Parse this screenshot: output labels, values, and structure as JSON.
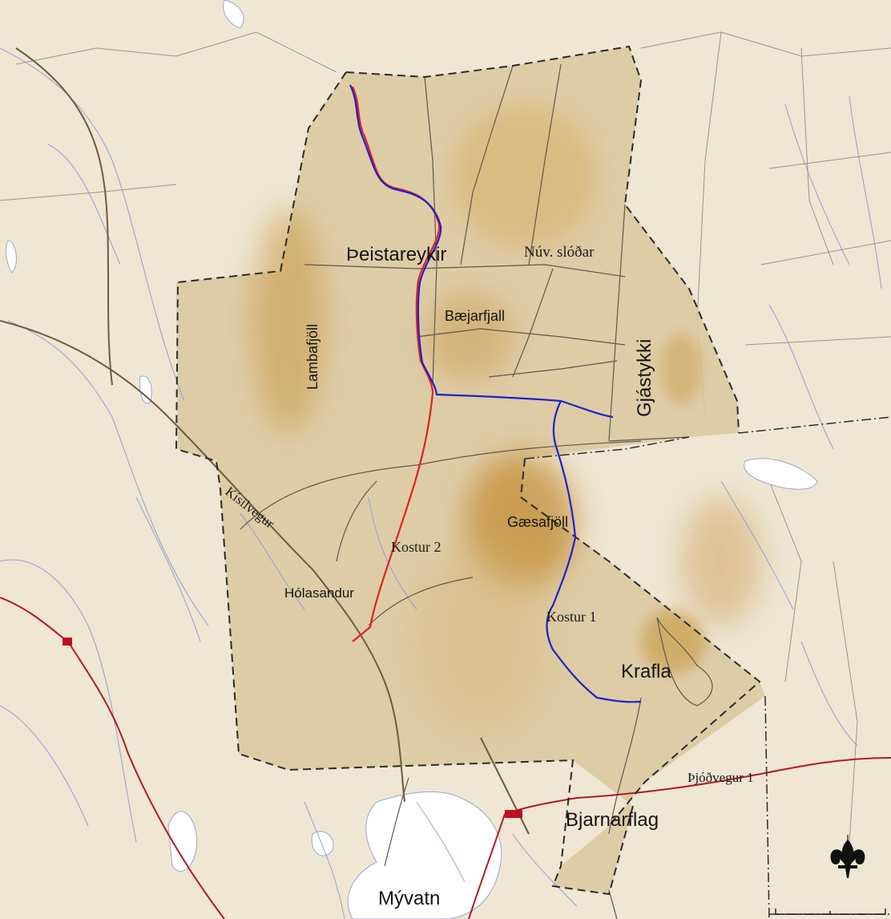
{
  "map": {
    "labels": {
      "theistareykir": "Þeistareykir",
      "nuv_slodar": "Núv. slóðar",
      "baejarfjall": "Bæjarfjall",
      "lambafjoll": "Lambafjöll",
      "gjastykki": "Gjástykki",
      "kisilvegur": "Kísilvegur",
      "gaesafjoll": "Gæsafjöll",
      "kostur2": "Kostur 2",
      "holasandur": "Hólasandur",
      "kostur1": "Kostur 1",
      "krafla": "Krafla",
      "thjodvegur1": "Þjóðvegur 1",
      "bjarnarflag": "Bjarnarflag",
      "myvatn": "Mývatn"
    },
    "icons": [
      "fleur-de-lis-north-arrow-icon"
    ],
    "colors": {
      "background": "#efe6d4",
      "study_area": "#dcc8a0",
      "relief": "#c89a45",
      "water": "#ffffff",
      "streams": "#8e9cc8",
      "tracks": "#5f5548",
      "main_road": "#b01a2a",
      "route_option_1": "#2020c8",
      "route_option_2": "#e02020"
    }
  }
}
